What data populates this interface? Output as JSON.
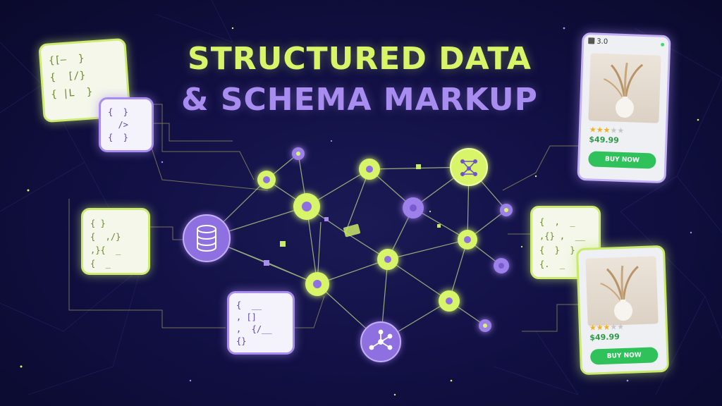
{
  "title": {
    "line1": "STRUCTURED DATA",
    "line2": "& SCHEMA MARKUP"
  },
  "colors": {
    "background": "#121045",
    "lime": "#d8f56a",
    "purple": "#a98cf0",
    "buy_button": "#2fc15a",
    "price": "#2e9a48"
  },
  "code_cards": {
    "top_left_1": "{[—  }\n{  [/}\n{ |L  }",
    "top_left_2": "{  }\n  />\n{  }",
    "mid_left": "{ }\n{  ,/}\n,}{  _\n{  _",
    "bottom_center": "{  __\n, []\n,  {/__\n{}",
    "right": "{  ,  _\n,{} ,  __\n{  }  }\n{.  _"
  },
  "products": [
    {
      "badge": "3.0",
      "rating": 3,
      "rating_max": 5,
      "price": "$49.99",
      "button": "BUY NOW"
    },
    {
      "rating": 3,
      "rating_max": 5,
      "price": "$49.99",
      "button": "BUY NOW"
    }
  ],
  "icons": {
    "hub_left": "database-icon",
    "hub_top_right": "network-icon",
    "hub_bottom": "share-icon",
    "bag": "shopping-bag-icon"
  }
}
